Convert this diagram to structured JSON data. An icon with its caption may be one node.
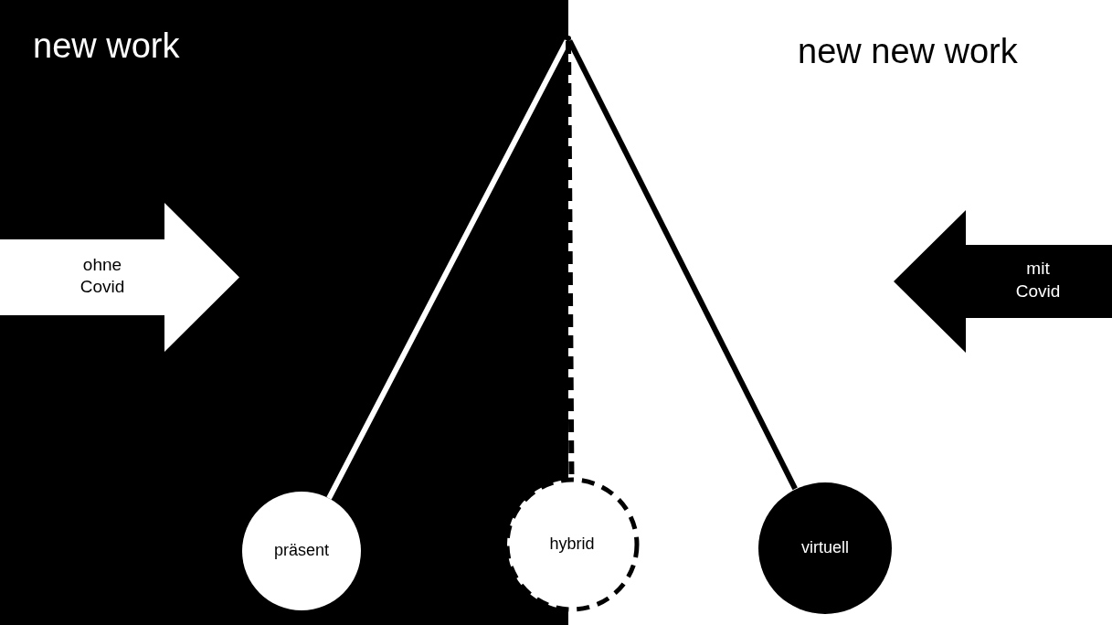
{
  "diagram": {
    "nodes": [
      {
        "text": [
          "new work"
        ]
      },
      {
        "text": [
          "ohne Covid"
        ],
        "in": 0
      },
      {
        "text": [
          "mit Covid"
        ]
      },
      {
        "text": [
          "präsent"
        ],
        "in": 0
      },
      {
        "text": [
          "hybrid"
        ]
      },
      {
        "text": [
          "virtuell"
        ]
      },
      {
        "text": [],
        "shape": "circle"
      }
    ],
    "edges": [
      {
        "from": 6,
        "to": 3,
        "arrow": "none",
        "color": "#ffffff"
      },
      {
        "from": 6,
        "to": 4,
        "arrow": "none",
        "style": "dashed"
      },
      {
        "from": 6,
        "to": 5,
        "arrow": "none"
      }
    ],
    "labels": [
      "new new work"
    ]
  }
}
